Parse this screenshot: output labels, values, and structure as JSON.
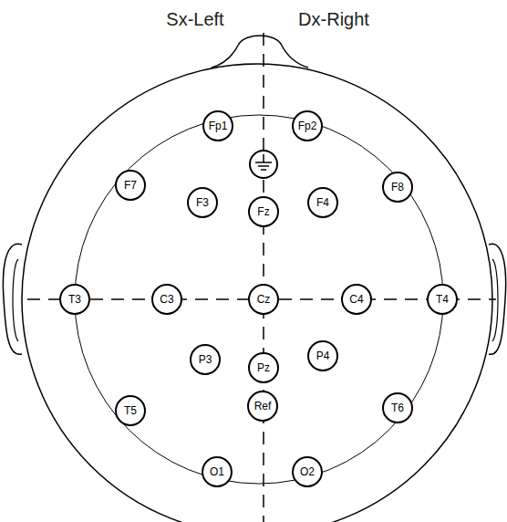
{
  "diagram": {
    "nodes": [
      {
        "text": [
          "Fp1"
        ]
      },
      {
        "text": [
          "Fp2"
        ]
      },
      {
        "text": [
          "F7"
        ]
      },
      {
        "text": [
          "F3"
        ]
      },
      {
        "text": [
          "Fz"
        ]
      },
      {
        "text": [
          "F4"
        ]
      },
      {
        "text": [
          "F8"
        ]
      },
      {
        "text": [
          "T3"
        ]
      },
      {
        "text": [
          "C3"
        ]
      },
      {
        "text": [
          "Cz"
        ]
      },
      {
        "text": [
          "C4"
        ]
      },
      {
        "text": [
          "T4"
        ]
      },
      {
        "text": [
          "P3"
        ]
      },
      {
        "text": [
          "Pz"
        ]
      },
      {
        "text": [
          "P4"
        ]
      },
      {
        "text": [
          "T5"
        ]
      },
      {
        "text": [
          "T6"
        ]
      },
      {
        "text": [
          "Ref"
        ]
      },
      {
        "text": [
          "O1"
        ]
      },
      {
        "text": [
          "O2"
        ]
      }
    ],
    "labels": [
      "Sx-Left",
      "Dx-Right"
    ]
  }
}
